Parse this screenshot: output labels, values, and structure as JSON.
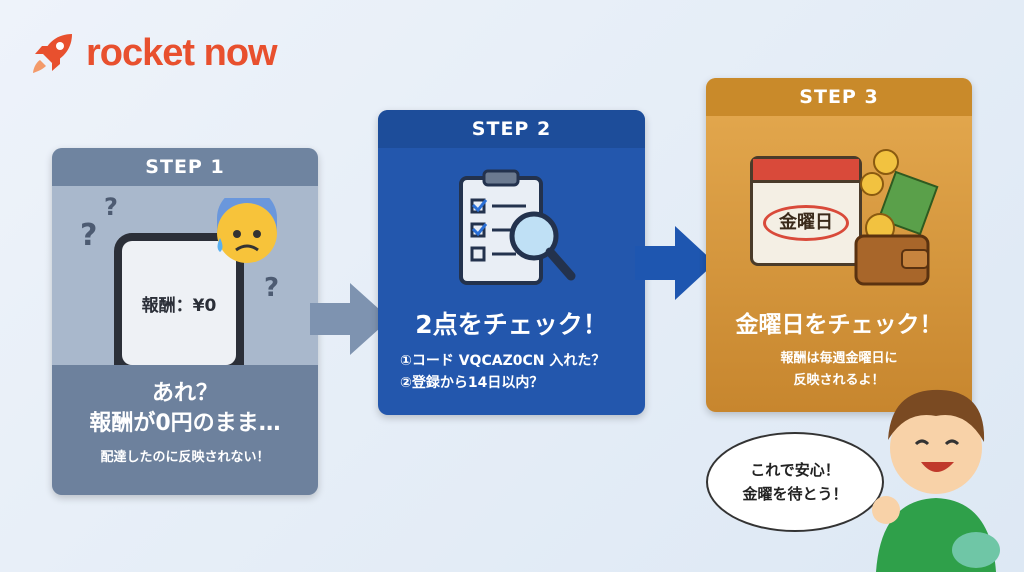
{
  "logo": {
    "text": "rocket now",
    "color": "#e8502e",
    "icon": "rocket-icon"
  },
  "step1": {
    "label": "STEP 1",
    "screen_text": "報酬：¥0",
    "title_line1": "あれ？",
    "title_line2": "報酬が0円のまま…",
    "subtitle": "配達したのに反映されない！",
    "icons": [
      "smartphone-icon",
      "anxious-face-icon",
      "question-mark-icon"
    ]
  },
  "step2": {
    "label": "STEP 2",
    "title": "2点をチェック！",
    "items": [
      "①コード VQCAZ0CN 入れた？",
      "②登録から14日以内？"
    ],
    "icons": [
      "clipboard-checklist-icon",
      "magnifier-icon"
    ]
  },
  "step3": {
    "label": "STEP 3",
    "calendar_text": "金曜日",
    "title": "金曜日をチェック！",
    "sub_line1": "報酬は毎週金曜日に",
    "sub_line2": "反映されるよ！",
    "icons": [
      "calendar-icon",
      "coins-icon",
      "wallet-icon",
      "cash-icon"
    ]
  },
  "speech": {
    "line1": "これで安心！",
    "line2": "金曜を待とう！"
  },
  "colors": {
    "step1": "#6f84a0",
    "step2": "#2357ad",
    "step3": "#d99a3c"
  }
}
